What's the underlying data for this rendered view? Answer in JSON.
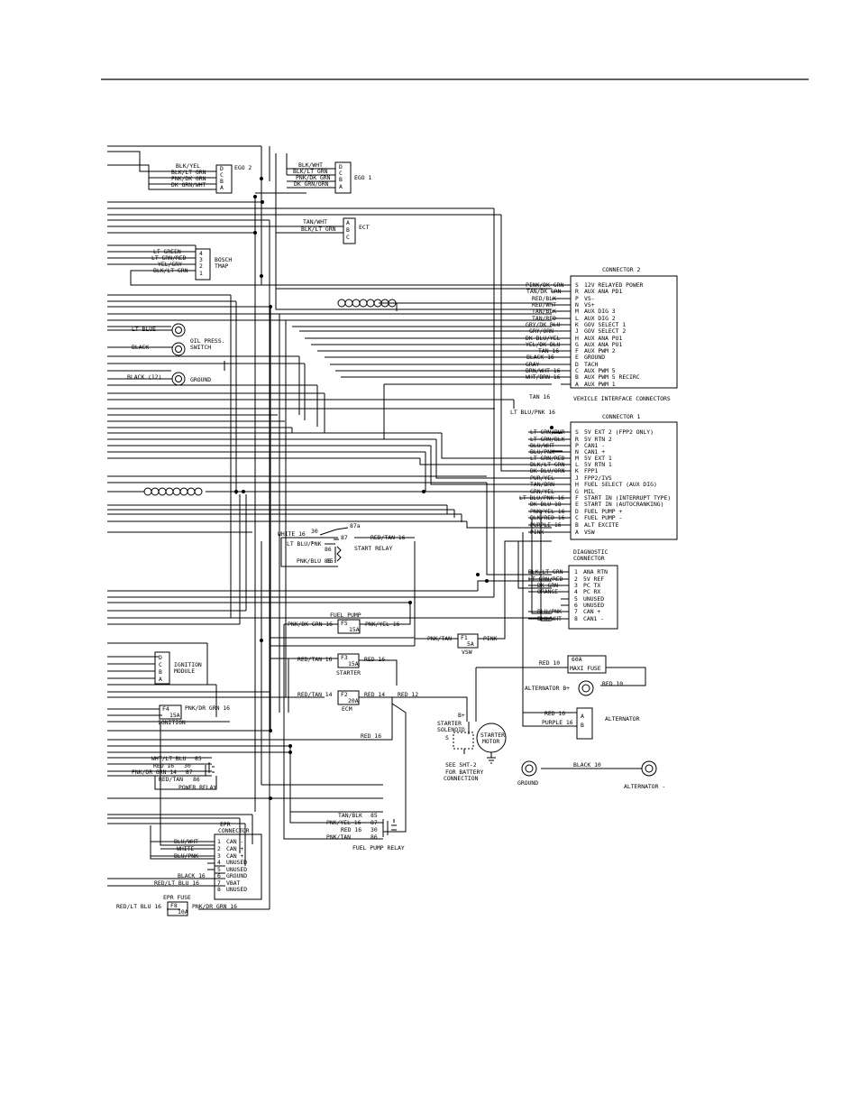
{
  "colors": {
    "ink": "#000000",
    "paper": "#ffffff"
  },
  "ego2": {
    "label": "EGO 2",
    "pins": [
      "D",
      "C",
      "B",
      "A"
    ],
    "wires": [
      "BLK/YEL",
      "BLK/LT GRN",
      "PNK/DK GRN",
      "DK GRN/WHT"
    ]
  },
  "ego1": {
    "label": "EGO 1",
    "pins": [
      "D",
      "C",
      "B",
      "A"
    ],
    "wires": [
      "BLK/WHT",
      "BLK/LT GRN",
      "PNK/DK GRN",
      "DK GRN/ORN"
    ]
  },
  "ect": {
    "label": "ECT",
    "pins": [
      "A",
      "B",
      "C"
    ],
    "wires": [
      "TAN/WHT",
      "BLK/LT GRN"
    ]
  },
  "tmap": {
    "label1": "BOSCH",
    "label2": "TMAP",
    "pins": [
      "4",
      "3",
      "2",
      "1"
    ],
    "wires": [
      "LT GREEN",
      "LT GRN/RED",
      "YEL/GRY",
      "BLK/LT GRN"
    ]
  },
  "oil": {
    "wire1": "LT BLUE",
    "wire2": "BLACK",
    "label1": "OIL PRESS.",
    "label2": "SWITCH"
  },
  "ground_left": {
    "wire": "BLACK (12)",
    "label": "GROUND"
  },
  "connector2": {
    "title": "CONNECTOR 2",
    "footer": "VEHICLE INTERFACE CONNECTORS",
    "rows": [
      {
        "wire": "PINK/DK GRN",
        "pin": "S",
        "func": "12V RELAYED POWER"
      },
      {
        "wire": "TAN/DK GRN",
        "pin": "R",
        "func": "AUX ANA PD1"
      },
      {
        "wire": "RED/BLK",
        "pin": "P",
        "func": "VS-"
      },
      {
        "wire": "RED/WHT",
        "pin": "N",
        "func": "VS+"
      },
      {
        "wire": "TAN/BLK",
        "pin": "M",
        "func": "AUX DIG 3"
      },
      {
        "wire": "TAN/RED",
        "pin": "L",
        "func": "AUX DIG 2"
      },
      {
        "wire": "GRY/DK BLU",
        "pin": "K",
        "func": "GOV SELECT 1"
      },
      {
        "wire": "GRY/ORN",
        "pin": "J",
        "func": "GOV SELECT 2"
      },
      {
        "wire": "DK BLU/YEL",
        "pin": "H",
        "func": "AUX ANA PU1"
      },
      {
        "wire": "YEL/DK BLU",
        "pin": "G",
        "func": "AUX ANA PU1"
      },
      {
        "wire": "TAN 16",
        "pin": "F",
        "func": "AUX PWM 2"
      },
      {
        "wire": "BLACK 16",
        "pin": "E",
        "func": "GROUND"
      },
      {
        "wire": "GRAY",
        "pin": "D",
        "func": "TACH"
      },
      {
        "wire": "BRN/WHT 16",
        "pin": "C",
        "func": "AUX PWM 5"
      },
      {
        "wire": "WHT/BRN 16",
        "pin": "B",
        "func": "AUX PWM 5 RECIRC"
      },
      {
        "wire": "",
        "pin": "A",
        "func": "AUX PWM 1"
      }
    ],
    "extra1": "TAN 16",
    "extra2": "LT BLU/PNK 16"
  },
  "connector1": {
    "title": "CONNECTOR 1",
    "rows": [
      {
        "wire": "LT GRN/PUR",
        "pin": "S",
        "func": "5V EXT 2 (FPP2 ONLY)"
      },
      {
        "wire": "LT GRN/BLK",
        "pin": "R",
        "func": "5V RTN 2"
      },
      {
        "wire": "BLU/WHT",
        "pin": "P",
        "func": "CAN1 -"
      },
      {
        "wire": "BLU/PNK",
        "pin": "N",
        "func": "CAN1 +"
      },
      {
        "wire": "LT GRN/RED",
        "pin": "M",
        "func": "5V EXT 1"
      },
      {
        "wire": "BLK/LT GRN",
        "pin": "L",
        "func": "5V RTN 1"
      },
      {
        "wire": "DK BLU/ORN",
        "pin": "K",
        "func": "FPP1"
      },
      {
        "wire": "PUR/YEL",
        "pin": "J",
        "func": "FPP2/IVS"
      },
      {
        "wire": "TAN/BRN",
        "pin": "H",
        "func": "FUEL SELECT (AUX DIG)"
      },
      {
        "wire": "GRN/YEL",
        "pin": "G",
        "func": "MIL"
      },
      {
        "wire": "LT BLU/PNK 16",
        "pin": "F",
        "func": "START IN (INTERRUPT TYPE)"
      },
      {
        "wire": "DK BLU 18",
        "pin": "E",
        "func": "START IN (AUTOCRANKING)"
      },
      {
        "wire": "PNK/YEL 16",
        "pin": "D",
        "func": "FUEL PUMP +"
      },
      {
        "wire": "BLK/RED 16",
        "pin": "C",
        "func": "FUEL PUMP -"
      },
      {
        "wire": "PURPLE 16",
        "pin": "B",
        "func": "ALT EXCITE"
      },
      {
        "wire": "PINK",
        "pin": "A",
        "func": "VSW"
      }
    ]
  },
  "start_relay": {
    "label": "START RELAY",
    "w30": "WHITE 16",
    "n30": "30",
    "n87a": "87a",
    "n87": "87",
    "w87": "RED/TAN 16",
    "w86": "LT BLU/PNK",
    "n86": "86",
    "w85": "PNK/BLU 85",
    "n85": "85"
  },
  "diag": {
    "title1": "DIAGNOSTIC",
    "title2": "CONNECTOR",
    "rows": [
      {
        "wire": "BLK/LT GRN",
        "pin": "1",
        "func": "ANA RTN"
      },
      {
        "wire": "LT GRN/RED",
        "pin": "2",
        "func": "5V REF"
      },
      {
        "wire": "DK GRN",
        "pin": "3",
        "func": "PC TX"
      },
      {
        "wire": "ORANGE",
        "pin": "4",
        "func": "PC RX"
      },
      {
        "wire": "",
        "pin": "5",
        "func": "UNUSED"
      },
      {
        "wire": "",
        "pin": "6",
        "func": "UNUSED"
      },
      {
        "wire": "BLU/PNK",
        "pin": "7",
        "func": "CAN +"
      },
      {
        "wire": "BLU/WHT",
        "pin": "8",
        "func": "CAN1 -"
      }
    ]
  },
  "fuel_pump": {
    "label": "FUEL PUMP",
    "wl": "PNK/DK GRN 16",
    "fuse": "F5",
    "amp": "15A",
    "wr": "PNK/YEL 16"
  },
  "vsw": {
    "wl": "PNK/TAN",
    "fuse": "F1",
    "amp": "5A",
    "wr": "PINK",
    "label": "VSW"
  },
  "starter_fuse": {
    "wl": "RED/TAN 16",
    "fuse": "F3",
    "amp": "15A",
    "wr": "RED 16",
    "label": "STARTER"
  },
  "ecm_fuse": {
    "wl": "RED/TAN 14",
    "fuse": "F2",
    "amp": "20A",
    "w1": "RED 14",
    "w2": "RED 12",
    "label": "ECM"
  },
  "maxi": {
    "w": "RED 10",
    "amp": "60A",
    "label": "MAXI FUSE"
  },
  "alt_b": {
    "label": "ALTERNATOR B+",
    "w": "RED 10"
  },
  "alternator": {
    "label": "ALTERNATOR",
    "w1": "RED 16",
    "w2": "PURPLE 16",
    "pins": [
      "A",
      "B"
    ]
  },
  "ground_alt": {
    "label1": "GROUND",
    "w": "BLACK 10",
    "label2": "ALTERNATOR -"
  },
  "starter": {
    "b": "B+",
    "sol1": "STARTER",
    "sol2": "SOLENOID",
    "m1": "STARTER",
    "m2": "MOTOR",
    "s": "S",
    "note1": "SEE SHT-2",
    "note2": "FOR BATTERY",
    "note3": "CONNECTION",
    "wire": "RED 16"
  },
  "ignition_module": {
    "label1": "IGNITION",
    "label2": "MODULE",
    "pins": [
      "D",
      "C",
      "B",
      "A"
    ]
  },
  "ign_fuse": {
    "fuse": "F4",
    "amp": "15A",
    "w": "PNK/DR GRN 16",
    "label": "IGNITION"
  },
  "power_relay": {
    "label": "POWER RELAY",
    "rows": [
      {
        "w": "WHT/LT BLU",
        "n": "85"
      },
      {
        "w": "RED 16",
        "n": "30"
      },
      {
        "w": "PNK/DR GRN 14",
        "n": "87"
      },
      {
        "w": "RED/TAN",
        "n": "86"
      }
    ]
  },
  "fp_relay": {
    "label": "FUEL PUMP RELAY",
    "rows": [
      {
        "w": "TAN/BLK",
        "n": "85"
      },
      {
        "w": "PNK/YEL 16",
        "n": "87"
      },
      {
        "w": "RED 16",
        "n": "30"
      },
      {
        "w": "PNK/TAN",
        "n": "86"
      }
    ]
  },
  "epr": {
    "title1": "EPR",
    "title2": "CONNECTOR",
    "rows": [
      {
        "wire": "BLU/WHT",
        "pin": "1",
        "func": "CAN -"
      },
      {
        "wire": "WHITE",
        "pin": "2",
        "func": "CAN +"
      },
      {
        "wire": "BLU/PNK",
        "pin": "3",
        "func": "CAN +"
      },
      {
        "wire": "",
        "pin": "4",
        "func": "UNUSED"
      },
      {
        "wire": "",
        "pin": "5",
        "func": "UNUSED"
      },
      {
        "wire": "BLACK 16",
        "pin": "6",
        "func": "GROUND"
      },
      {
        "wire": "RED/LT BLU 16",
        "pin": "7",
        "func": "VBAT"
      },
      {
        "wire": "",
        "pin": "8",
        "func": "UNUSED"
      }
    ]
  },
  "epr_fuse": {
    "label": "EPR FUSE",
    "wl": "RED/LT BLU 16",
    "fuse": "F8",
    "amp": "10A",
    "wr": "PNK/DR GRN 16"
  }
}
